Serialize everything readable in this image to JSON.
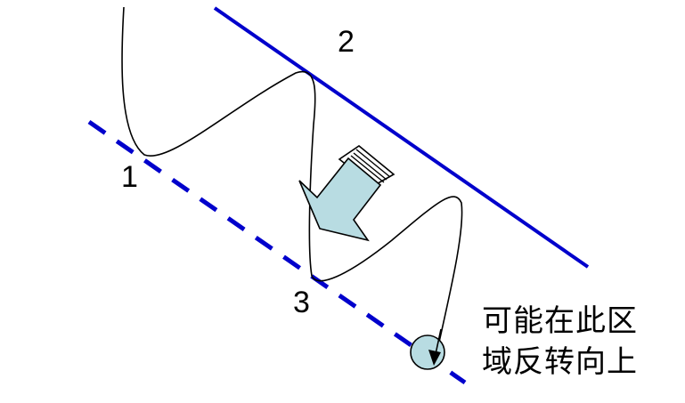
{
  "diagram": {
    "type": "descending channel / price reversal",
    "colors": {
      "channel_line": "#0000cc",
      "price_curve": "#000000",
      "arrow_fill": "#b8dce2",
      "background": "#ffffff"
    },
    "labels": {
      "point1": "1",
      "point2": "2",
      "point3": "3"
    },
    "annotation": {
      "line1": "可能在此区",
      "line2": "域反转向上"
    },
    "elements": {
      "upper_line": "solid resistance line",
      "lower_line": "dashed support line",
      "big_arrow": "downward trend arrow",
      "target_circle": "reversal zone marker"
    }
  }
}
